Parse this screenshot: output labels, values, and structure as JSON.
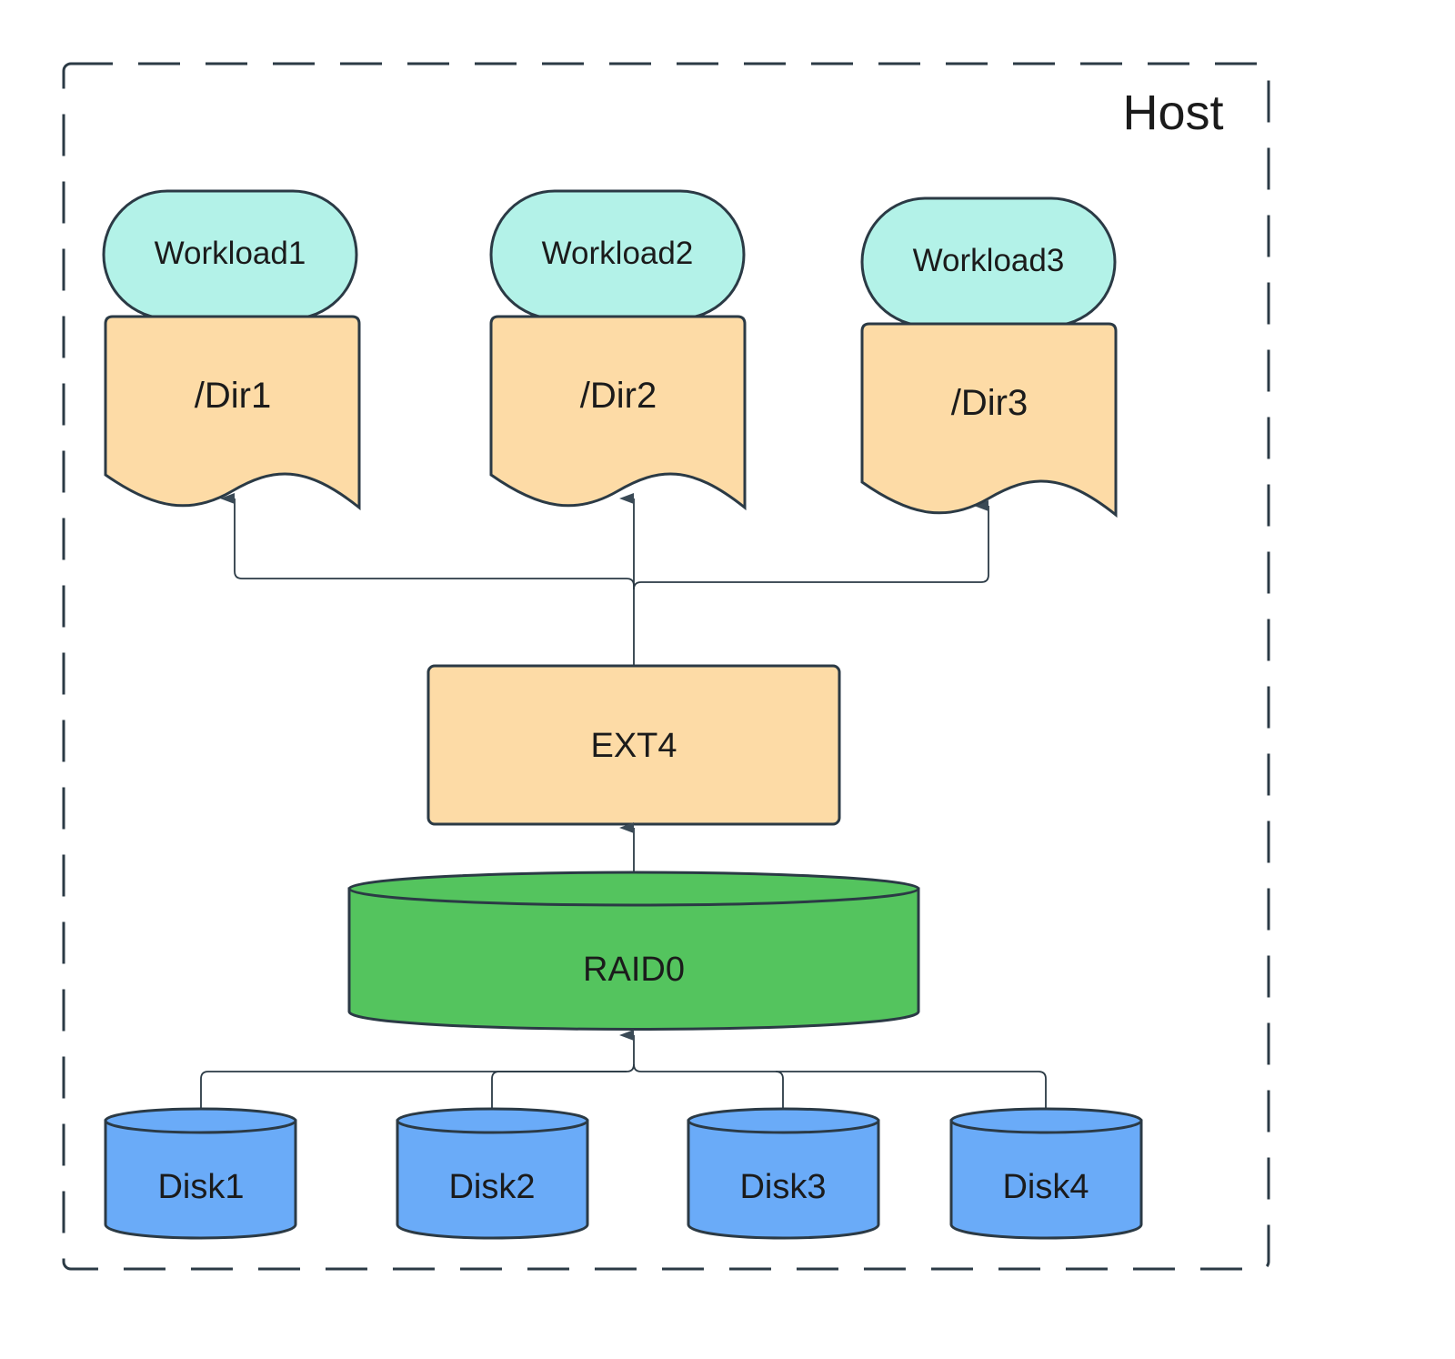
{
  "host": {
    "label": "Host"
  },
  "workloads": [
    {
      "label": "Workload1"
    },
    {
      "label": "Workload2"
    },
    {
      "label": "Workload3"
    }
  ],
  "dirs": [
    {
      "label": "/Dir1"
    },
    {
      "label": "/Dir2"
    },
    {
      "label": "/Dir3"
    }
  ],
  "fs": {
    "label": "EXT4"
  },
  "raid": {
    "label": "RAID0"
  },
  "disks": [
    {
      "label": "Disk1"
    },
    {
      "label": "Disk2"
    },
    {
      "label": "Disk3"
    },
    {
      "label": "Disk4"
    }
  ],
  "colors": {
    "workload_fill": "#b3f2e8",
    "dir_fill": "#fddba6",
    "fs_fill": "#fddba6",
    "raid_fill": "#54c45e",
    "disk_fill": "#6aabf8",
    "stroke": "#2b3a45",
    "connector": "#2b3a45"
  }
}
